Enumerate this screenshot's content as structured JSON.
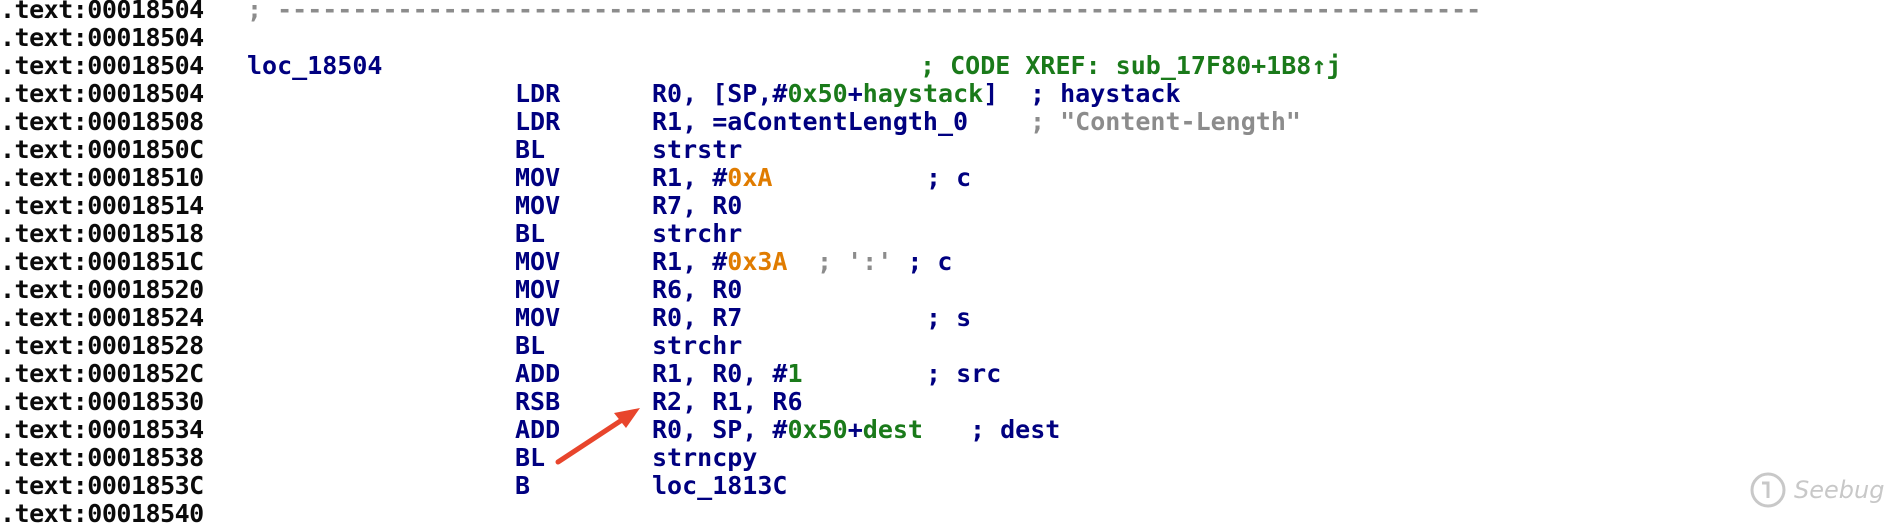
{
  "listing": {
    "lines": [
      {
        "addr": ".text:00018504",
        "sep": "; --------------------------------------------------------------------------------"
      },
      {
        "addr": ".text:00018504"
      },
      {
        "addr": ".text:00018504",
        "label": "loc_18504",
        "xref": "; CODE XREF: sub_17F80+1B8↑j"
      },
      {
        "addr": ".text:00018504",
        "mnem": "LDR",
        "ops": "R0, [SP,#0x50+haystack]",
        "comment": "; haystack"
      },
      {
        "addr": ".text:00018508",
        "mnem": "LDR",
        "ops": "R1, =aContentLength_0",
        "comment": "; \"Content-Length\""
      },
      {
        "addr": ".text:0001850C",
        "mnem": "BL",
        "ops": "strstr"
      },
      {
        "addr": ".text:00018510",
        "mnem": "MOV",
        "ops": "R1, #0xA",
        "comment": "; c"
      },
      {
        "addr": ".text:00018514",
        "mnem": "MOV",
        "ops": "R7, R0"
      },
      {
        "addr": ".text:00018518",
        "mnem": "BL",
        "ops": "strchr"
      },
      {
        "addr": ".text:0001851C",
        "mnem": "MOV",
        "ops": "R1, #0x3A",
        "comment": "; ':' ; c"
      },
      {
        "addr": ".text:00018520",
        "mnem": "MOV",
        "ops": "R6, R0"
      },
      {
        "addr": ".text:00018524",
        "mnem": "MOV",
        "ops": "R0, R7",
        "comment": "; s"
      },
      {
        "addr": ".text:00018528",
        "mnem": "BL",
        "ops": "strchr"
      },
      {
        "addr": ".text:0001852C",
        "mnem": "ADD",
        "ops": "R1, R0, #1",
        "comment": "; src"
      },
      {
        "addr": ".text:00018530",
        "mnem": "RSB",
        "ops": "R2, R1, R6"
      },
      {
        "addr": ".text:00018534",
        "mnem": "ADD",
        "ops": "R0, SP, #0x50+dest",
        "comment": "; dest"
      },
      {
        "addr": ".text:00018538",
        "mnem": "BL",
        "ops": "strncpy"
      },
      {
        "addr": ".text:0001853C",
        "mnem": "B",
        "ops": "loc_1813C"
      },
      {
        "addr": ".text:00018540"
      }
    ]
  },
  "annotation": {
    "arrow_color": "#e8452c"
  },
  "watermark": {
    "text": "Seebug"
  },
  "colors": {
    "blue": "#000080",
    "green": "#1a7a1a",
    "orange": "#e07c00",
    "gray": "#8c8c8c"
  }
}
